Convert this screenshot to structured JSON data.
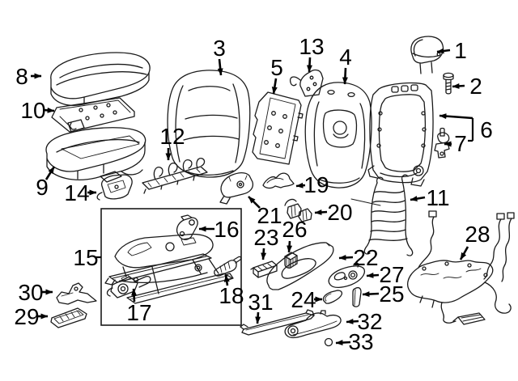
{
  "diagram": {
    "background_color": "#ffffff",
    "line_color": "#000000"
  },
  "callouts": [
    {
      "num": "1"
    },
    {
      "num": "2"
    },
    {
      "num": "3"
    },
    {
      "num": "4"
    },
    {
      "num": "5"
    },
    {
      "num": "6"
    },
    {
      "num": "7"
    },
    {
      "num": "8"
    },
    {
      "num": "9"
    },
    {
      "num": "10"
    },
    {
      "num": "11"
    },
    {
      "num": "12"
    },
    {
      "num": "13"
    },
    {
      "num": "14"
    },
    {
      "num": "15"
    },
    {
      "num": "16"
    },
    {
      "num": "17"
    },
    {
      "num": "18"
    },
    {
      "num": "19"
    },
    {
      "num": "20"
    },
    {
      "num": "21"
    },
    {
      "num": "22"
    },
    {
      "num": "23"
    },
    {
      "num": "24"
    },
    {
      "num": "25"
    },
    {
      "num": "26"
    },
    {
      "num": "27"
    },
    {
      "num": "28"
    },
    {
      "num": "29"
    },
    {
      "num": "30"
    },
    {
      "num": "31"
    },
    {
      "num": "32"
    },
    {
      "num": "33"
    }
  ]
}
